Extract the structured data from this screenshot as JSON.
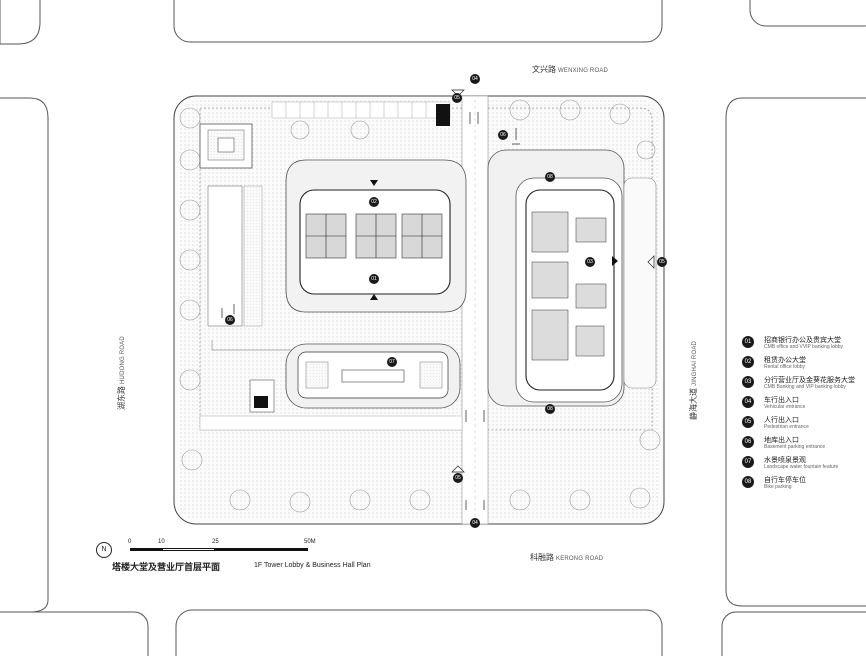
{
  "roads": {
    "north": {
      "cn": "文兴路",
      "en": "WENXING ROAD"
    },
    "south": {
      "cn": "科融路",
      "en": "KERONG ROAD"
    },
    "west": {
      "cn": "湖东路",
      "en": "HUDONG ROAD"
    },
    "east": {
      "cn": "静海大道",
      "en": "JINGHAI ROAD"
    }
  },
  "legend": [
    {
      "num": "01",
      "cn": "招商银行办公及贵宾大堂",
      "en": "CMB office and VVIP banking lobby"
    },
    {
      "num": "02",
      "cn": "租赁办公大堂",
      "en": "Rental office lobby"
    },
    {
      "num": "03",
      "cn": "分行营业厅及金葵花服务大堂",
      "en": "CMB Banking and VIP banking lobby"
    },
    {
      "num": "04",
      "cn": "车行出入口",
      "en": "Vehicular entrance"
    },
    {
      "num": "05",
      "cn": "人行出入口",
      "en": "Pedestrian entrance"
    },
    {
      "num": "06",
      "cn": "地库出入口",
      "en": "Basement parking entrance"
    },
    {
      "num": "07",
      "cn": "水景喷泉景观",
      "en": "Landscape water fountain feature"
    },
    {
      "num": "08",
      "cn": "自行车停车位",
      "en": "Bike parking"
    }
  ],
  "scale": {
    "north": "N",
    "ticks": [
      "0",
      "10",
      "25",
      "50M"
    ]
  },
  "title": {
    "cn": "塔楼大堂及营业厅首层平面",
    "en": "1F Tower Lobby & Business Hall Plan"
  },
  "markers": {
    "m01": "01",
    "m02": "02",
    "m03": "03",
    "m04a": "04",
    "m04b": "04",
    "m05a": "05",
    "m05b": "05",
    "m05c": "05",
    "m06a": "06",
    "m06b": "06",
    "m07": "07",
    "m08a": "08",
    "m08b": "08"
  }
}
